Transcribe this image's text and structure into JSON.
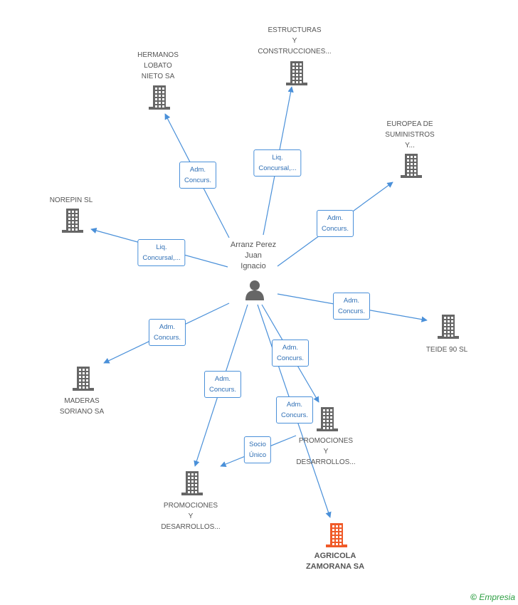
{
  "center": {
    "name": "Arranz Perez\nJuan\nIgnacio",
    "icon": "person-icon"
  },
  "companies": [
    {
      "id": "hermanos",
      "name": "HERMANOS\nLOBATO\nNIETO SA",
      "icon": "building-icon",
      "highlight": false
    },
    {
      "id": "estructuras",
      "name": "ESTRUCTURAS\nY\nCONSTRUCCIONES...",
      "icon": "building-icon",
      "highlight": false
    },
    {
      "id": "europea",
      "name": "EUROPEA DE\nSUMINISTROS\nY...",
      "icon": "building-icon",
      "highlight": false
    },
    {
      "id": "norepin",
      "name": "NOREPIN SL",
      "icon": "building-icon",
      "highlight": false
    },
    {
      "id": "teide",
      "name": "TEIDE 90 SL",
      "icon": "building-icon",
      "highlight": false
    },
    {
      "id": "maderas",
      "name": "MADERAS\nSORIANO SA",
      "icon": "building-icon",
      "highlight": false
    },
    {
      "id": "promo1",
      "name": "PROMOCIONES\nY\nDESARROLLOS...",
      "icon": "building-icon",
      "highlight": false
    },
    {
      "id": "promo2",
      "name": "PROMOCIONES\nY\nDESARROLLOS...",
      "icon": "building-icon",
      "highlight": false
    },
    {
      "id": "agricola",
      "name": "AGRICOLA\nZAMORANA SA",
      "icon": "building-icon",
      "highlight": true
    }
  ],
  "relations": [
    {
      "from": "center",
      "to": "hermanos",
      "label": "Adm.\nConcurs."
    },
    {
      "from": "center",
      "to": "estructuras",
      "label": "Liq.\nConcursal,..."
    },
    {
      "from": "center",
      "to": "europea",
      "label": "Adm.\nConcurs."
    },
    {
      "from": "center",
      "to": "norepin",
      "label": "Liq.\nConcursal,..."
    },
    {
      "from": "center",
      "to": "teide",
      "label": "Adm.\nConcurs."
    },
    {
      "from": "center",
      "to": "maderas",
      "label": "Adm.\nConcurs."
    },
    {
      "from": "center",
      "to": "promo1",
      "label": "Adm.\nConcurs."
    },
    {
      "from": "center",
      "to": "promo2",
      "label": "Adm.\nConcurs."
    },
    {
      "from": "center",
      "to": "agricola",
      "label": "Adm.\nConcurs."
    },
    {
      "from": "promo1",
      "to": "promo2",
      "label": "Socio\nÚnico"
    }
  ],
  "colors": {
    "edge": "#4a90d9",
    "building": "#666666",
    "highlight": "#f05a28",
    "person": "#666666"
  },
  "brand": {
    "copyright": "©",
    "name": "Empresia"
  }
}
